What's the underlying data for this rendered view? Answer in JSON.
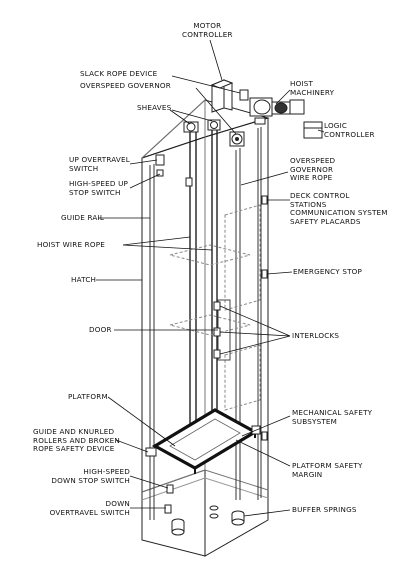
{
  "labels": {
    "motor_controller": [
      "MOTOR",
      "CONTROLLER"
    ],
    "slack_rope_device": "SLACK ROPE DEVICE",
    "overspeed_governor": "OVERSPEED GOVERNOR",
    "hoist_machinery": [
      "HOIST",
      "MACHINERY"
    ],
    "sheaves": "SHEAVES",
    "logic_controller": [
      "LOGIC",
      "CONTROLLER"
    ],
    "up_overtravel_switch": [
      "UP OVERTRAVEL",
      "SWITCH"
    ],
    "overspeed_governor_wire_rope": [
      "OVERSPEED",
      "GOVERNOR",
      "WIRE ROPE"
    ],
    "high_speed_up_stop_switch": [
      "HIGH-SPEED UP",
      "STOP SWITCH"
    ],
    "deck_control_stations": [
      "DECK CONTROL",
      "STATIONS"
    ],
    "communication_system": "COMMUNICATION SYSTEM",
    "safety_placards": "SAFETY PLACARDS",
    "guide_rail": "GUIDE RAIL",
    "hoist_wire_rope": "HOIST WIRE ROPE",
    "emergency_stop": "EMERGENCY STOP",
    "hatch": "HATCH",
    "door": "DOOR",
    "interlocks": "INTERLOCKS",
    "platform": "PLATFORM",
    "mechanical_safety_subsystem": [
      "MECHANICAL SAFETY",
      "SUBSYSTEM"
    ],
    "guide_and_knurled_rollers": [
      "GUIDE AND KNURLED",
      "ROLLERS AND BROKEN",
      "ROPE SAFETY DEVICE"
    ],
    "platform_safety_margin": [
      "PLATFORM SAFETY",
      "MARGIN"
    ],
    "high_speed_down_stop_switch": [
      "HIGH-SPEED",
      "DOWN STOP SWITCH"
    ],
    "down_overtravel_switch": [
      "DOWN",
      "OVERTRAVEL SWITCH"
    ],
    "buffer_springs": "BUFFER SPRINGS"
  }
}
